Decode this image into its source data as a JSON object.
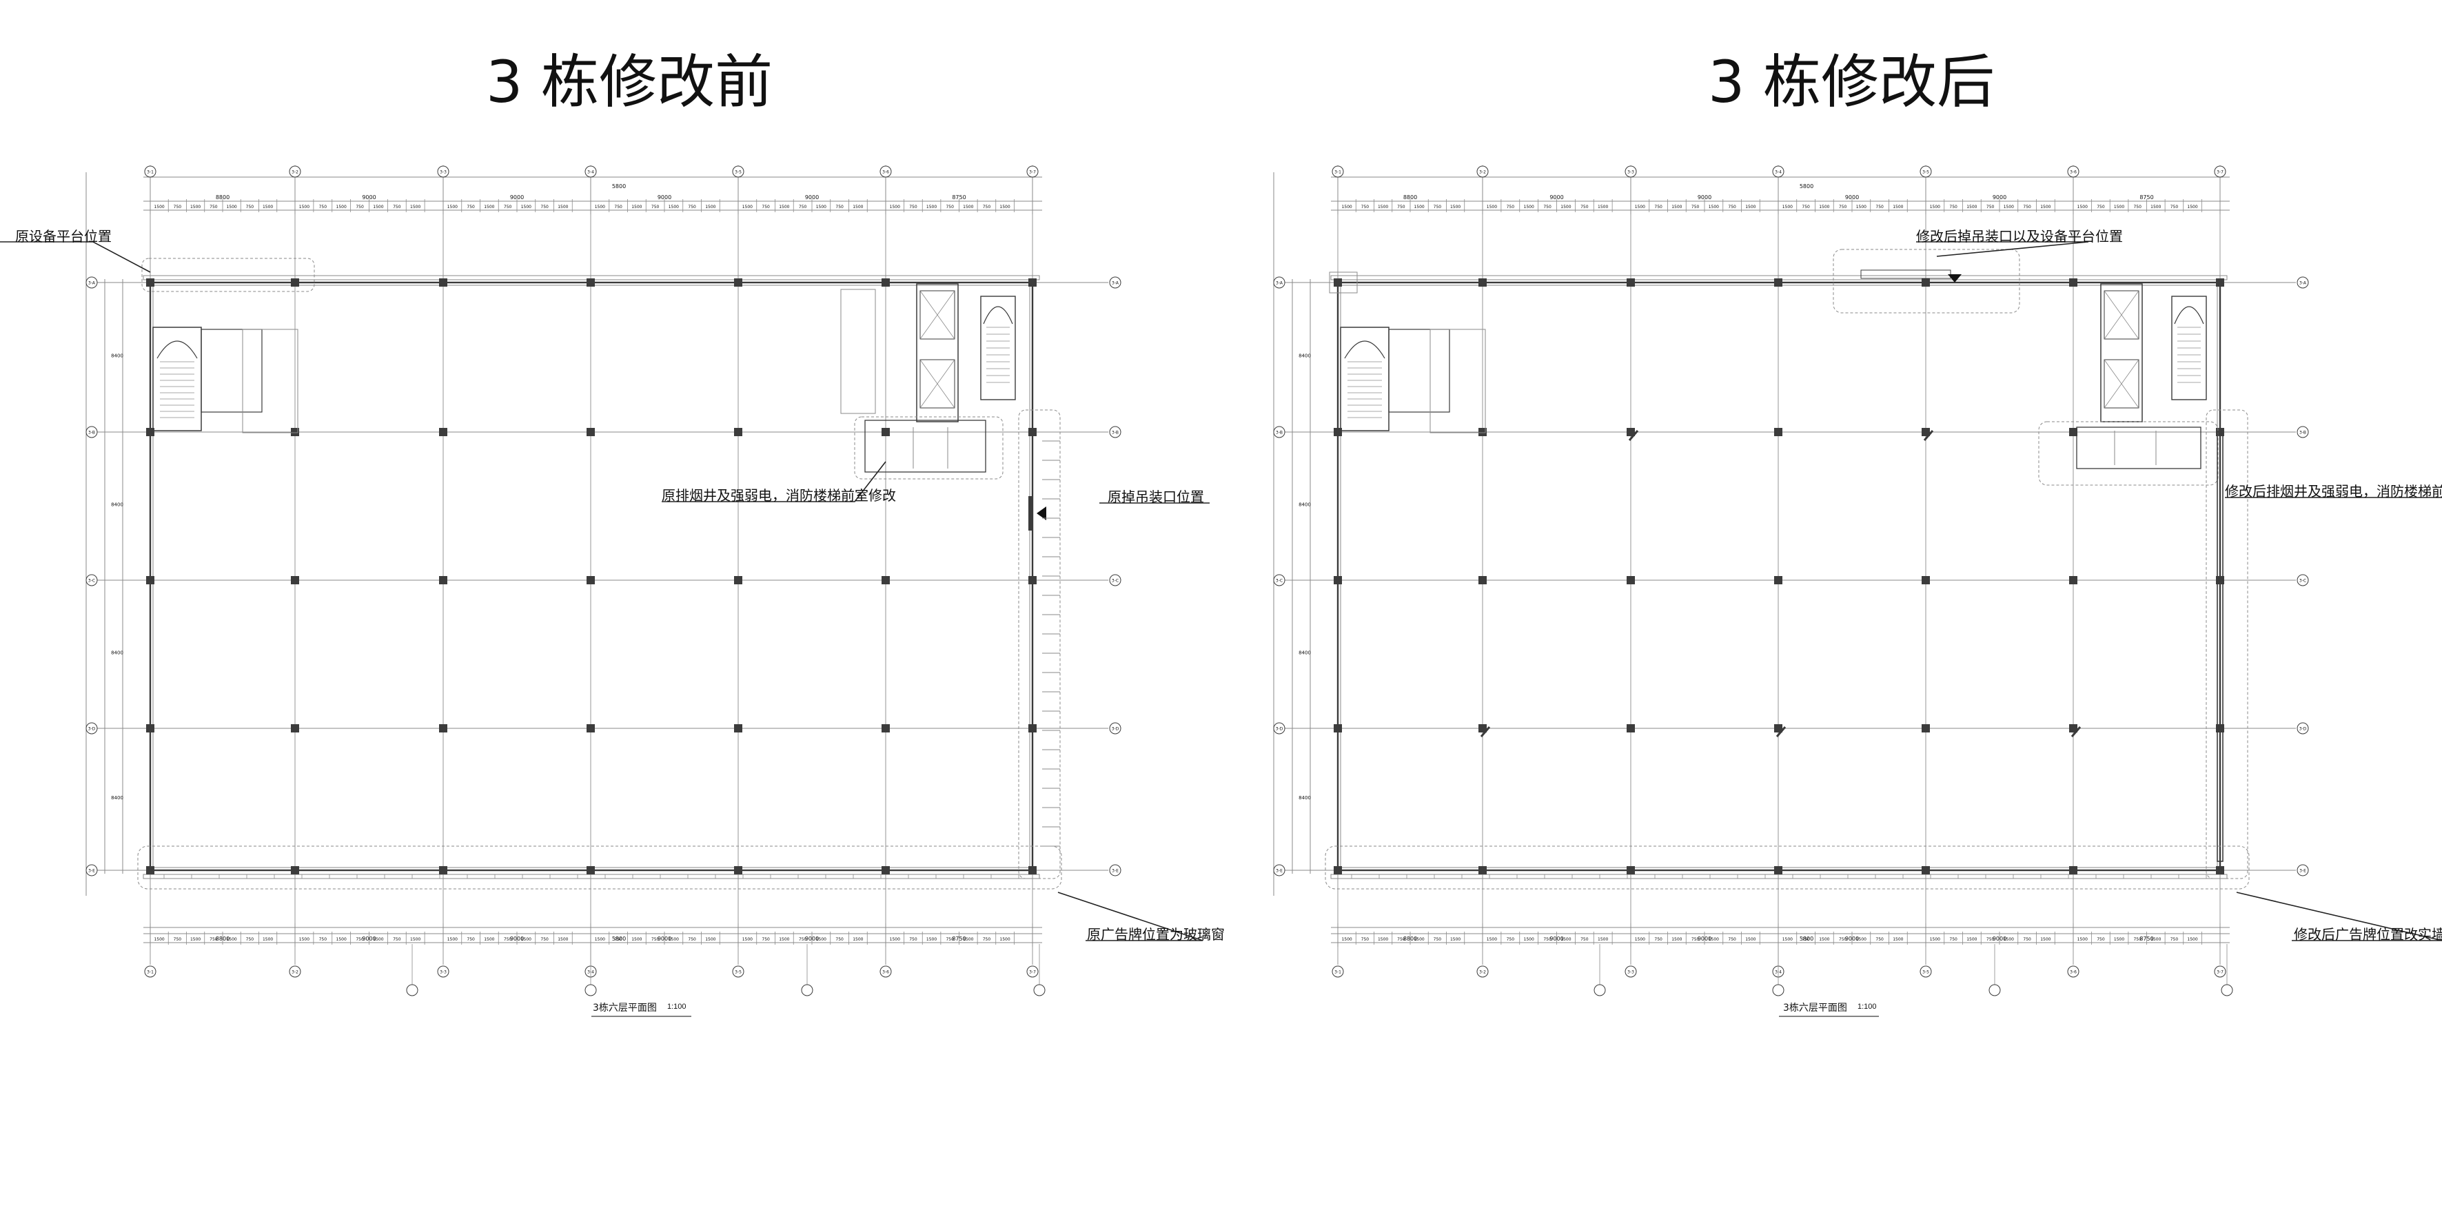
{
  "titles": {
    "before": "3 栋修改前",
    "after": "3 栋修改后"
  },
  "annotations": {
    "before": {
      "equipment_platform": "原设备平台位置",
      "smoke_shaft": "原排烟井及强弱电，消防楼梯前室修改",
      "hoist_opening": "原掉吊装口位置",
      "ad_board": "原广告牌位置为玻璃窗"
    },
    "after": {
      "hoist_and_platform": "修改后掉吊装口以及设备平台位置",
      "smoke_shaft": "修改后排烟井及强弱电，消防楼梯前室修改",
      "ad_board": "修改后广告牌位置改实墙"
    }
  },
  "drawing_captions": {
    "before": {
      "title": "3栋六层平面图",
      "scale": "1:100"
    },
    "after": {
      "title": "3栋六层平面图",
      "scale": "1:100"
    }
  },
  "dimensions": {
    "overall": "5800",
    "bay_major": "9000",
    "bay_minor": "8800",
    "bay_end": "8750",
    "sub_a": "1500",
    "sub_b": "750",
    "bay_vertical": "8400",
    "grid_labels_top": [
      "3-1",
      "3-2",
      "3-3",
      "3-4",
      "3-5",
      "3-6",
      "3-7"
    ],
    "grid_labels_side": [
      "3-A",
      "3-B",
      "3-C",
      "3-D",
      "3-E"
    ]
  },
  "colors": {
    "line": "#3a3a3a",
    "thin": "#8a8a8a",
    "column": "#3c3c3c",
    "text": "#111111"
  }
}
